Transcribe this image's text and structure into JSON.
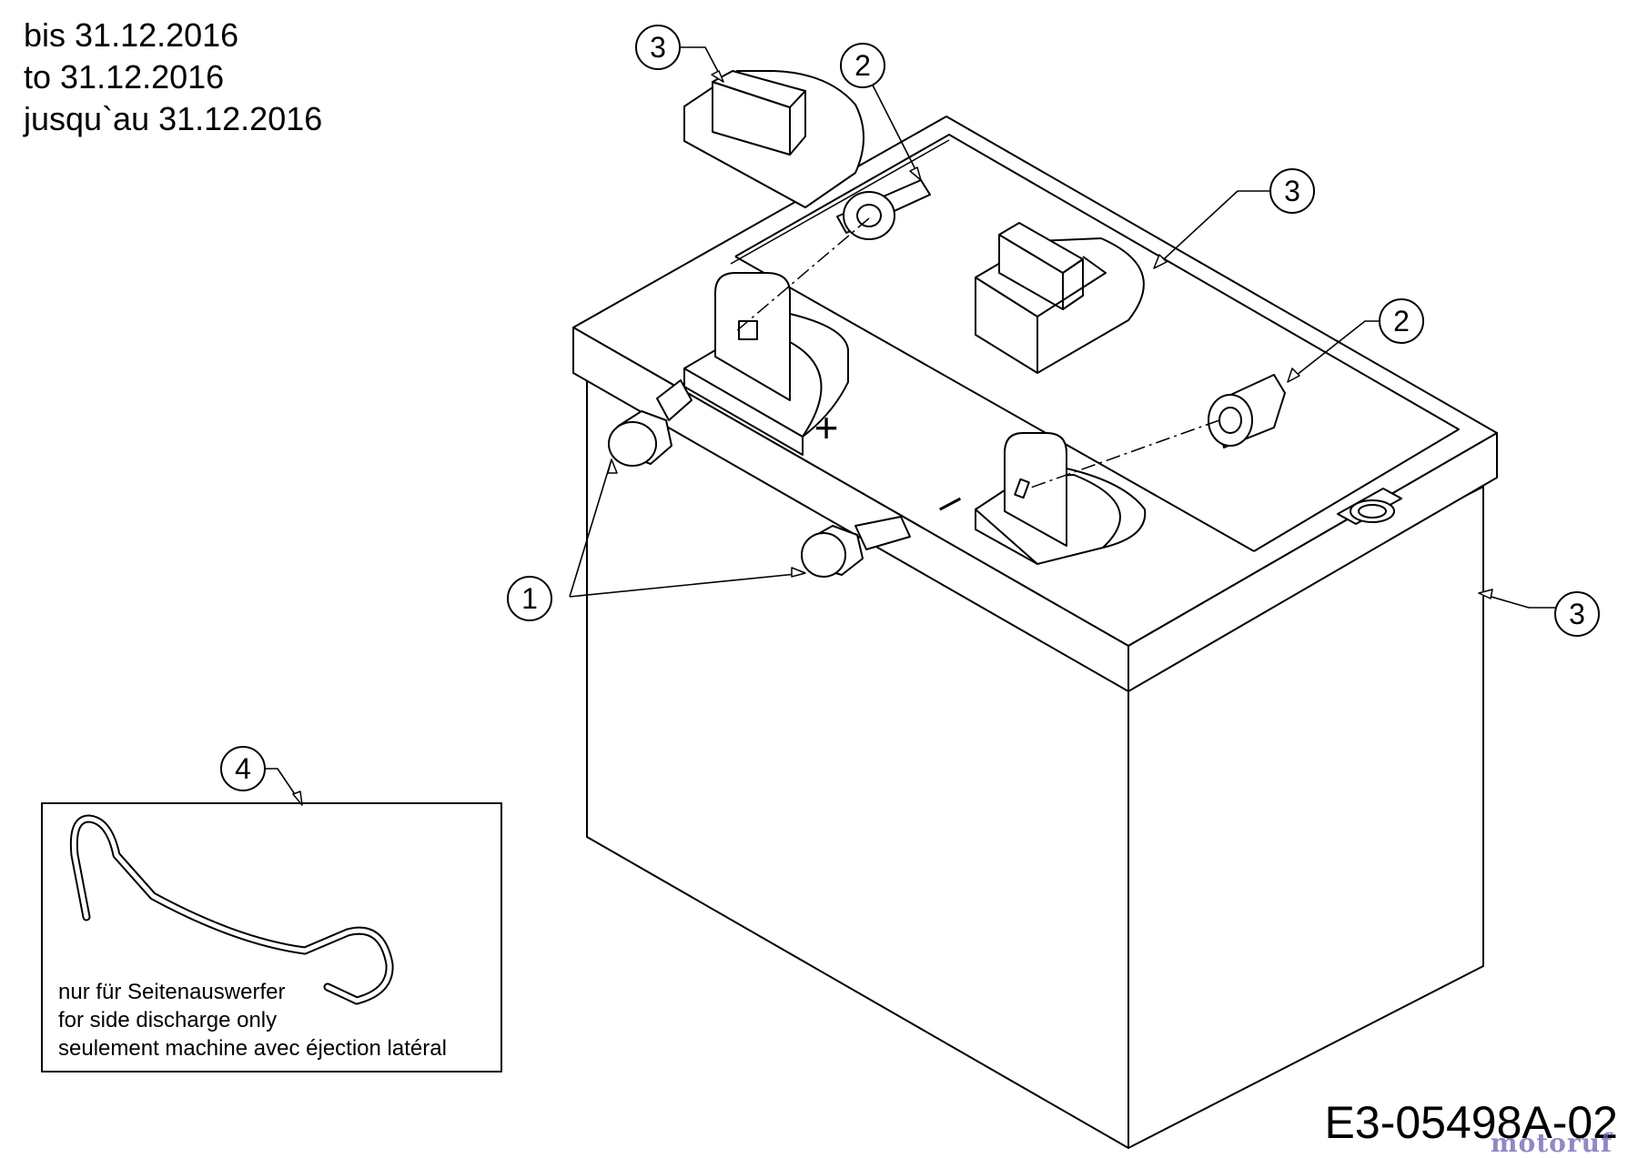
{
  "validity_text": [
    "bis 31.12.2016",
    "to 31.12.2016",
    "jusqu`au 31.12.2016"
  ],
  "drawing_number": "E3-05498A-02",
  "watermark": "motoruf",
  "inset": {
    "note_lines": [
      "nur für Seitenauswerfer",
      "for side discharge only",
      "seulement machine avec éjection latéral"
    ]
  },
  "terminal_symbols": {
    "positive": "+",
    "negative": "–"
  },
  "callouts": [
    {
      "id": "c1",
      "label": "1"
    },
    {
      "id": "c2a",
      "label": "2"
    },
    {
      "id": "c2b",
      "label": "2"
    },
    {
      "id": "c3a",
      "label": "3"
    },
    {
      "id": "c3b",
      "label": "3"
    },
    {
      "id": "c3c",
      "label": "3"
    },
    {
      "id": "c4",
      "label": "4"
    }
  ]
}
